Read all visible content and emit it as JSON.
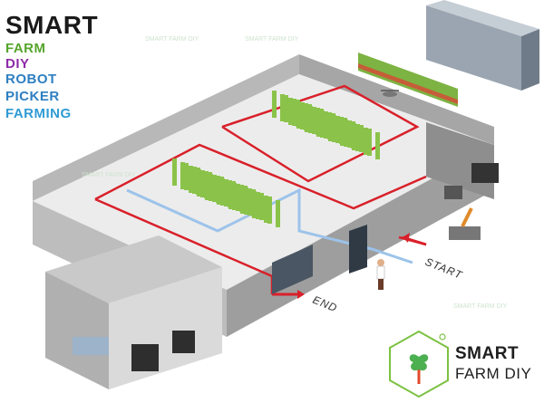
{
  "title": {
    "line1": "SMART",
    "line2": "FARM",
    "line3": "DIY",
    "line4": "ROBOT",
    "line5": "PICKER",
    "line6": "FARMING"
  },
  "colors": {
    "line1": "#1a1a1a",
    "line2": "#55a52b",
    "line3": "#8e2aa8",
    "line4": "#2f7fc1",
    "line5": "#2f7fc1",
    "line6": "#2f9bd4",
    "route": "#d9202a",
    "path": "#9cc3ea",
    "plants": "#8bc34a"
  },
  "route": {
    "start_label": "START",
    "end_label": "END"
  },
  "logo": {
    "word1": "SMART",
    "word2": "FARM DIY"
  },
  "watermark": "SMART FARM DIY"
}
